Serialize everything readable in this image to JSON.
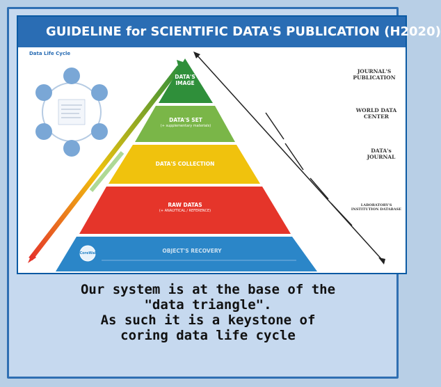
{
  "poster": {
    "title": "GUIDELINE for SCIENTIFIC DATA'S PUBLICATION (H2020)",
    "lifecycle_title": "Data Life Cycle",
    "tiers": [
      {
        "label": "DATA'S IMAGE",
        "sub": ""
      },
      {
        "label": "DATA'S SET",
        "sub": "(+ supplementary materials)"
      },
      {
        "label": "DATA'S COLLECTION",
        "sub": ""
      },
      {
        "label": "RAW DATAS",
        "sub": "(+ ANALYTICAL / REFERENCE)"
      },
      {
        "label": "OBJECT'S RECOVERY",
        "sub": ""
      }
    ],
    "tier_colors": [
      "#2f8f3a",
      "#7ab648",
      "#f0c20d",
      "#e5352a",
      "#2b86c8"
    ],
    "right_labels": [
      "JOURNAL'S PUBLICATION",
      "WORLD DATA CENTER",
      "DATA's JOURNAL",
      "LABORATORY'S INSTITUTION DATABASE"
    ],
    "logo_text": "CoreWall"
  },
  "caption": {
    "line1": "Our system is at the base of the",
    "line2": "\"data triangle\".",
    "line3": "As such it is a keystone of",
    "line4": "coring data life cycle"
  }
}
